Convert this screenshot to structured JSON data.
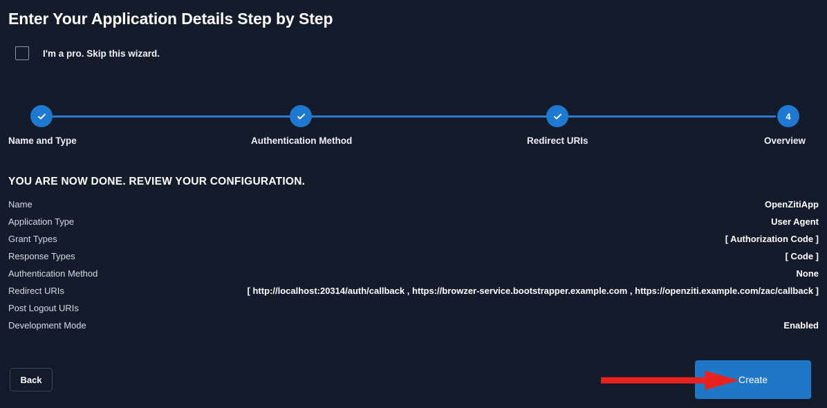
{
  "page": {
    "title": "Enter Your Application Details Step by Step",
    "background_color": "#141b2b"
  },
  "skip": {
    "label": "I'm a pro. Skip this wizard.",
    "checked": false
  },
  "stepper": {
    "accent_color": "#1e7ad1",
    "line_color": "#2d7bcd",
    "active_index": 4,
    "steps": [
      {
        "index": "1",
        "label": "Name and Type",
        "state": "complete",
        "marker": "check-icon"
      },
      {
        "index": "2",
        "label": "Authentication Method",
        "state": "complete",
        "marker": "check-icon"
      },
      {
        "index": "3",
        "label": "Redirect URIs",
        "state": "complete",
        "marker": "check-icon"
      },
      {
        "index": "4",
        "label": "Overview",
        "state": "current",
        "marker": "4"
      }
    ]
  },
  "review": {
    "heading": "YOU ARE NOW DONE. REVIEW YOUR CONFIGURATION.",
    "rows": [
      {
        "key": "Name",
        "value": "OpenZitiApp"
      },
      {
        "key": "Application Type",
        "value": "User Agent"
      },
      {
        "key": "Grant Types",
        "value": "[ Authorization Code ]"
      },
      {
        "key": "Response Types",
        "value": "[ Code ]"
      },
      {
        "key": "Authentication Method",
        "value": "None"
      },
      {
        "key": "Redirect URIs",
        "value": "[ http://localhost:20314/auth/callback , https://browzer-service.bootstrapper.example.com , https://openziti.example.com/zac/callback ]"
      },
      {
        "key": "Post Logout URIs",
        "value": ""
      },
      {
        "key": "Development Mode",
        "value": "Enabled"
      }
    ]
  },
  "footer": {
    "back_label": "Back",
    "create_label": "Create",
    "create_color": "#2077c7"
  },
  "annotation": {
    "arrow_color": "#e8221f",
    "points_to": "create-button"
  }
}
